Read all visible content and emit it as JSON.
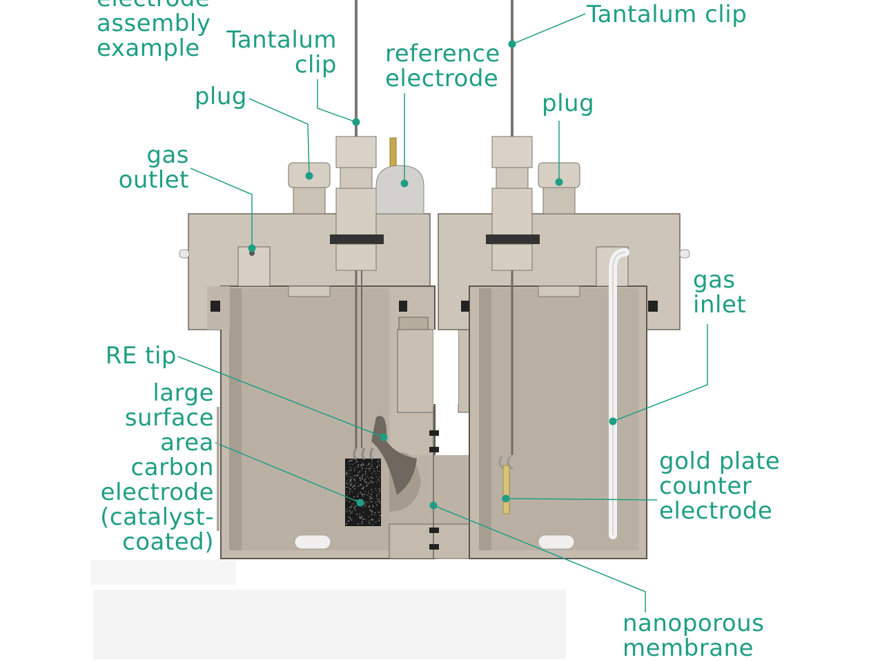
{
  "colors": {
    "accent": "#1e9e84",
    "body_fill": "#c7beb2",
    "body_dark": "#a9a091",
    "inner_fill": "#bdb4a7",
    "edge": "#5b5650",
    "cap_fill": "#ddd6cc",
    "ref_fill": "#d3d1cd",
    "carbon": "#1b1b1b",
    "gold": "#d9c27a"
  },
  "labels": {
    "title": [
      "electrode",
      "assembly",
      "example"
    ],
    "tantalum_clip_left": [
      "Tantalum",
      "clip"
    ],
    "tantalum_clip_right": [
      "Tantalum clip"
    ],
    "reference_electrode": [
      "reference",
      "electrode"
    ],
    "plug_left": [
      "plug"
    ],
    "plug_right": [
      "plug"
    ],
    "gas_outlet": [
      "gas",
      "outlet"
    ],
    "gas_inlet": [
      "gas",
      "inlet"
    ],
    "re_tip": [
      "RE tip"
    ],
    "carbon_electrode": [
      "large",
      "surface",
      "area",
      "carbon",
      "electrode",
      "(catalyst-",
      "coated)"
    ],
    "gold_plate": [
      "gold plate",
      "counter",
      "electrode"
    ],
    "membrane": [
      "nanoporous",
      "membrane"
    ]
  }
}
